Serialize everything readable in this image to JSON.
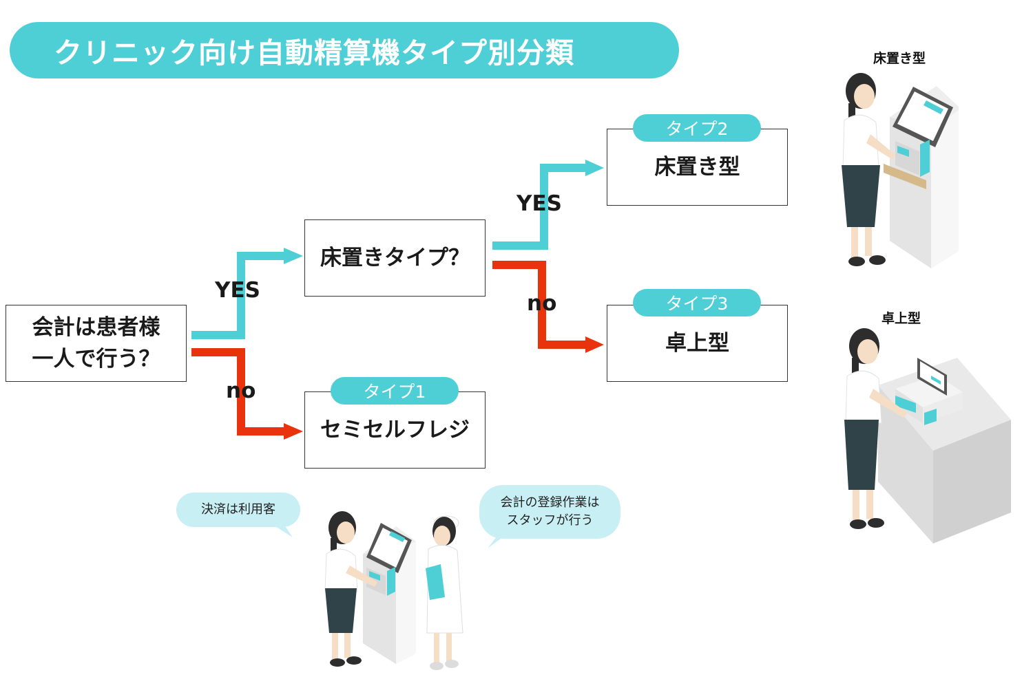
{
  "title": "クリニック向け自動精算機タイプ別分類",
  "nodes": {
    "start": "会計は患者様\n一人で行う？",
    "q_floor": "床置きタイプ？",
    "type1": {
      "badge": "タイプ1",
      "label": "セミセルフレジ"
    },
    "type2": {
      "badge": "タイプ2",
      "label": "床置き型"
    },
    "type3": {
      "badge": "タイプ3",
      "label": "卓上型"
    }
  },
  "edge_labels": {
    "yes_1": "YES",
    "no_1": "no",
    "yes_2": "YES",
    "no_2": "no"
  },
  "illustrations": {
    "floor_label": "床置き型",
    "desk_label": "卓上型"
  },
  "bubbles": {
    "patient": "決済は利用客",
    "staff": "会計の登録作業は\nスタッフが行う"
  },
  "colors": {
    "accent": "#4ecfd6",
    "yes_arrow": "#4ecfd6",
    "no_arrow": "#e8330c",
    "bubble": "#c8eff4"
  }
}
